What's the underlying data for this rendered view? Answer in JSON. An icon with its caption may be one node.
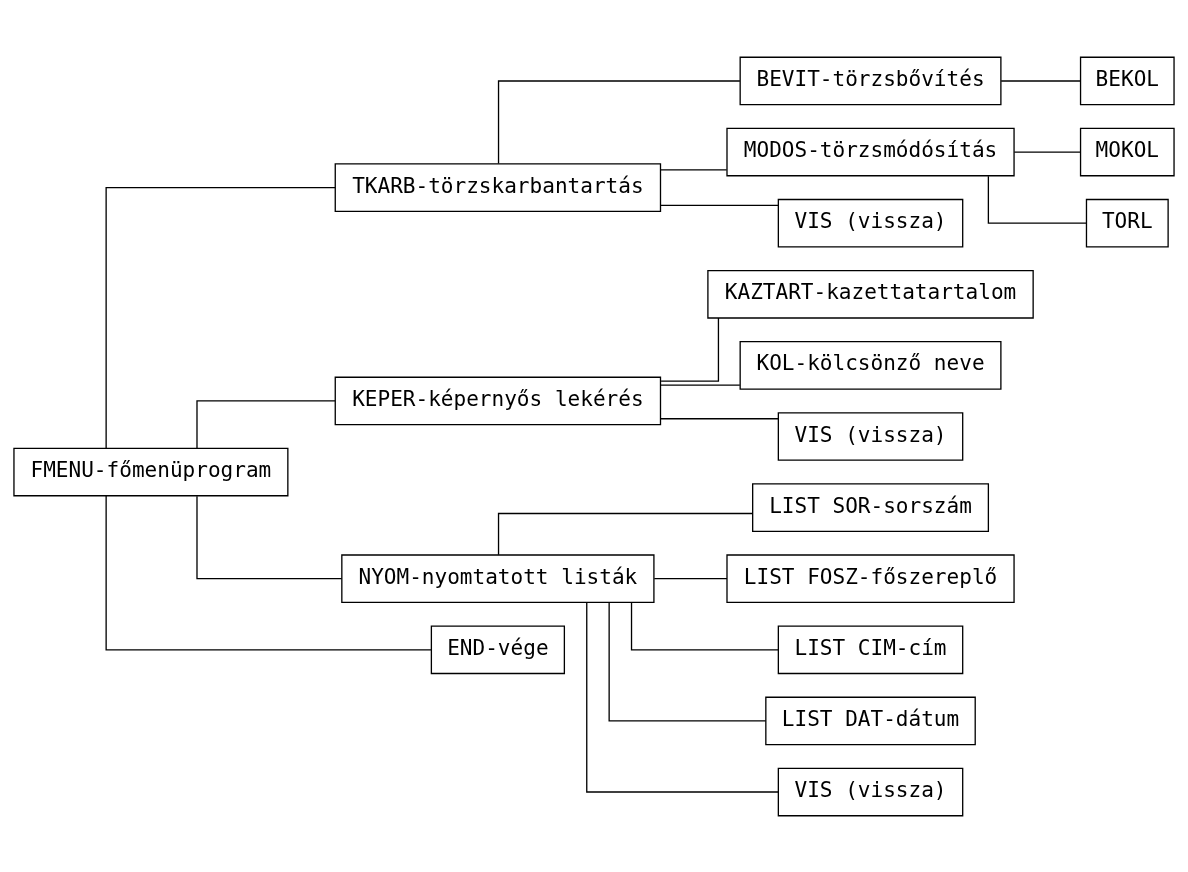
{
  "diagram": {
    "nodes": [
      {
        "text": [
          "FMENU-főmenüprogram"
        ]
      },
      {
        "text": [
          "TKARB-törzskarbantartás"
        ]
      },
      {
        "text": [
          "BEVIT-törzsbővítés"
        ]
      },
      {
        "text": [
          "BEKOL"
        ]
      },
      {
        "text": [
          "MODOS-törzsmódósítás"
        ]
      },
      {
        "text": [
          "MOKOL"
        ]
      },
      {
        "text": [
          "TORL"
        ]
      },
      {
        "text": [
          "VIS (vissza)"
        ]
      },
      {
        "text": [
          "KEPER-képernyős lekérés"
        ]
      },
      {
        "text": [
          "KAZTART-kazettatartalom"
        ]
      },
      {
        "text": [
          "KOL-kölcsönző neve"
        ]
      },
      {
        "text": [
          "VIS (vissza)"
        ]
      },
      {
        "text": [
          "NYOM-nyomtatott listák"
        ]
      },
      {
        "text": [
          "LIST SOR-sorszám"
        ]
      },
      {
        "text": [
          "LIST FOSZ-főszereplő"
        ]
      },
      {
        "text": [
          "LIST CIM-cím"
        ]
      },
      {
        "text": [
          "LIST DAT-dátum"
        ]
      },
      {
        "text": [
          "VIS (vissza)"
        ]
      },
      {
        "text": [
          "END-vége"
        ]
      }
    ],
    "edges": [
      {
        "from": 0,
        "to": 1,
        "arrow": "none"
      },
      {
        "from": 0,
        "to": 8,
        "arrow": "none"
      },
      {
        "from": 0,
        "to": 12,
        "arrow": "none"
      },
      {
        "from": 0,
        "to": 18,
        "arrow": "none"
      },
      {
        "from": 1,
        "to": 2,
        "arrow": "none"
      },
      {
        "from": 1,
        "to": 4,
        "arrow": "none"
      },
      {
        "from": 1,
        "to": 7,
        "arrow": "none"
      },
      {
        "from": 2,
        "to": 3,
        "arrow": "none"
      },
      {
        "from": 4,
        "to": 5,
        "arrow": "none"
      },
      {
        "from": 4,
        "to": 6,
        "arrow": "none"
      },
      {
        "from": 8,
        "to": 9,
        "arrow": "none"
      },
      {
        "from": 8,
        "to": 10,
        "arrow": "none"
      },
      {
        "from": 8,
        "to": 11,
        "arrow": "none"
      },
      {
        "from": 12,
        "to": 13,
        "arrow": "none"
      },
      {
        "from": 12,
        "to": 14,
        "arrow": "none"
      },
      {
        "from": 12,
        "to": 15,
        "arrow": "none"
      },
      {
        "from": 12,
        "to": 16,
        "arrow": "none"
      },
      {
        "from": 12,
        "to": 17,
        "arrow": "none"
      }
    ]
  }
}
